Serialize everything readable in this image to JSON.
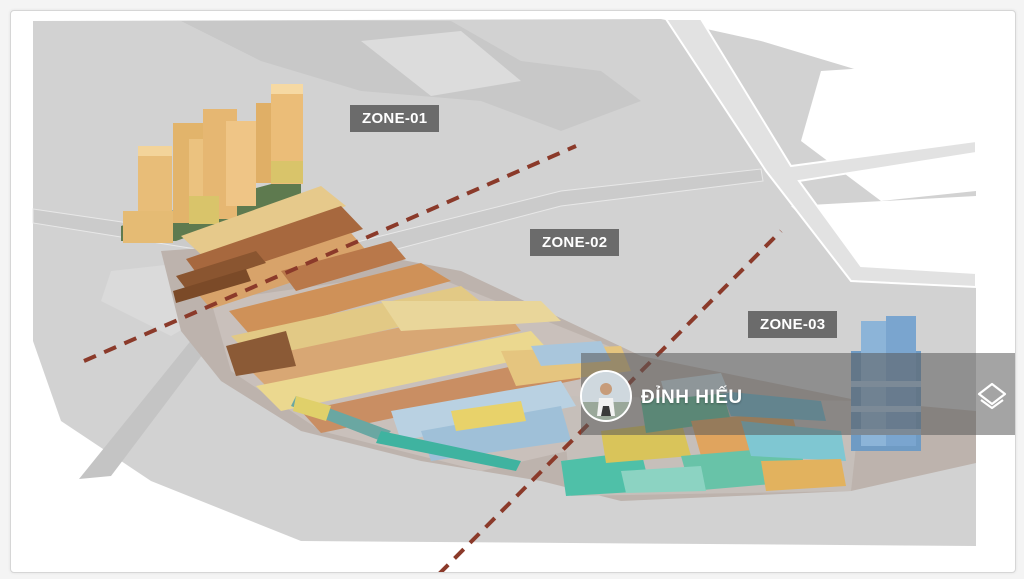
{
  "zones": [
    {
      "label": "ZONE-01"
    },
    {
      "label": "ZONE-02"
    },
    {
      "label": "ZONE-03"
    }
  ],
  "watermark": {
    "name": "ĐỈNH HIẾU",
    "avatar_icon": "person-photo-icon",
    "logo_icon": "stacked-layers-icon"
  },
  "colors": {
    "zone_label_bg": "#6b6b6b",
    "boundary_line": "#8b3a2a",
    "road": "#c9c9c9",
    "ground": "#d4d4d4"
  }
}
